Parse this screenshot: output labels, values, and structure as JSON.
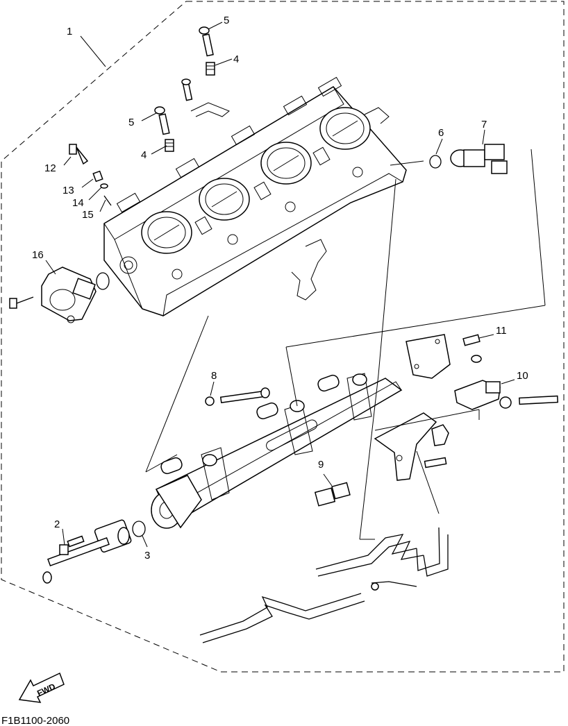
{
  "callouts": {
    "c1": "1",
    "c2": "2",
    "c3": "3",
    "c4a": "4",
    "c4b": "4",
    "c5a": "5",
    "c5b": "5",
    "c6": "6",
    "c7": "7",
    "c8": "8",
    "c9": "9",
    "c10": "10",
    "c11": "11",
    "c12": "12",
    "c13": "13",
    "c14": "14",
    "c15": "15",
    "c16": "16"
  },
  "direction_label": "FWD",
  "diagram_code": "F1B1100-2060"
}
